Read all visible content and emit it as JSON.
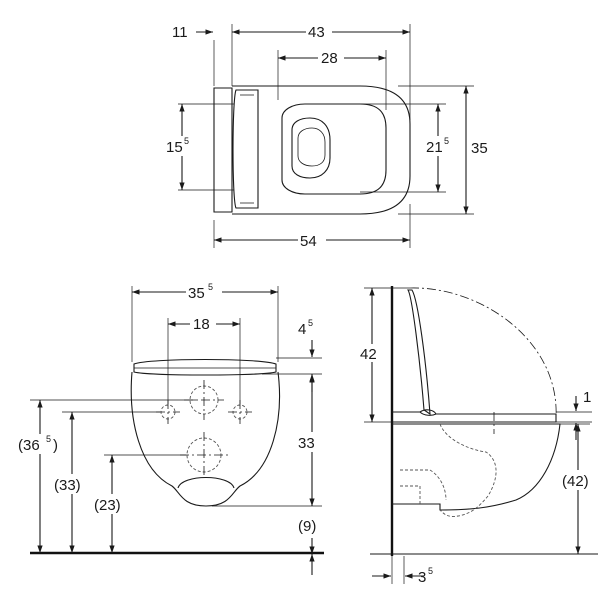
{
  "top_view": {
    "dim_11": "11",
    "dim_43": "43",
    "dim_28": "28",
    "dim_15_base": "15",
    "dim_15_sup": "5",
    "dim_21_base": "21",
    "dim_21_sup": "5",
    "dim_35": "35",
    "dim_54": "54"
  },
  "front_view": {
    "dim_35_base": "35",
    "dim_35_sup": "5",
    "dim_18": "18",
    "dim_4_base": "4",
    "dim_4_sup": "5",
    "dim_33": "33",
    "dim_36_open": "(36",
    "dim_36_sup": "5",
    "dim_36_close": ")",
    "dim_33_paren": "(33)",
    "dim_23_paren": "(23)",
    "dim_9_paren": "(9)"
  },
  "side_view": {
    "dim_42": "42",
    "dim_1": "1",
    "dim_42_paren": "(42)",
    "dim_3_base": "3",
    "dim_3_sup": "5"
  }
}
